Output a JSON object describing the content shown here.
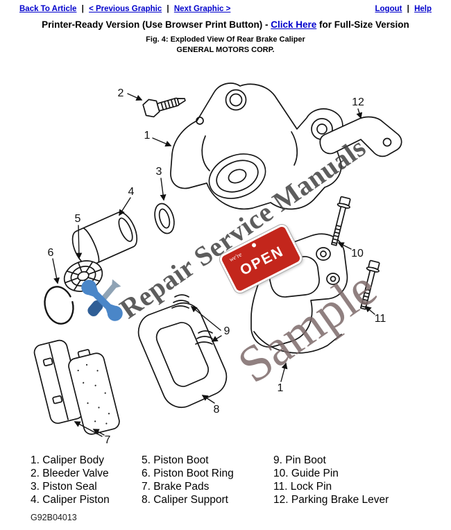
{
  "nav": {
    "separator": "|",
    "back_to_article": "Back To Article",
    "previous_graphic": "< Previous Graphic",
    "next_graphic": "Next Graphic >",
    "logout": "Logout",
    "help": "Help"
  },
  "header": {
    "printer_ready_prefix": "Printer-Ready Version (Use Browser Print Button) - ",
    "full_size_link": "Click Here",
    "printer_ready_suffix": " for Full-Size Version",
    "figure_caption": "Fig. 4: Exploded View Of Rear Brake Caliper",
    "manufacturer": "GENERAL MOTORS CORP."
  },
  "diagram": {
    "callouts": [
      "2",
      "1",
      "12",
      "3",
      "4",
      "5",
      "6",
      "7",
      "8",
      "9",
      "10",
      "11",
      "1"
    ]
  },
  "watermark": {
    "brand_text": "Repair Service Manuals",
    "sample_text": "Sample",
    "open_sign_text": "OPEN",
    "open_sign_small_text": "we're",
    "open_sign_color": "#c3261c"
  },
  "parts_list": {
    "columns": [
      {
        "items": [
          "1. Caliper Body",
          "2. Bleeder Valve",
          "3. Piston Seal",
          "4. Caliper Piston"
        ]
      },
      {
        "items": [
          "5. Piston Boot",
          "6. Piston Boot Ring",
          "7. Brake Pads",
          "8. Caliper Support"
        ]
      },
      {
        "items": [
          "9. Pin Boot",
          "10. Guide Pin",
          "11. Lock Pin",
          "12. Parking Brake Lever"
        ]
      }
    ]
  },
  "footer": {
    "figure_id": "G92B04013"
  },
  "colors": {
    "link_blue": "#0000cc",
    "watermark_gray": "#414141",
    "sample_gray": "#7d6a6a"
  }
}
